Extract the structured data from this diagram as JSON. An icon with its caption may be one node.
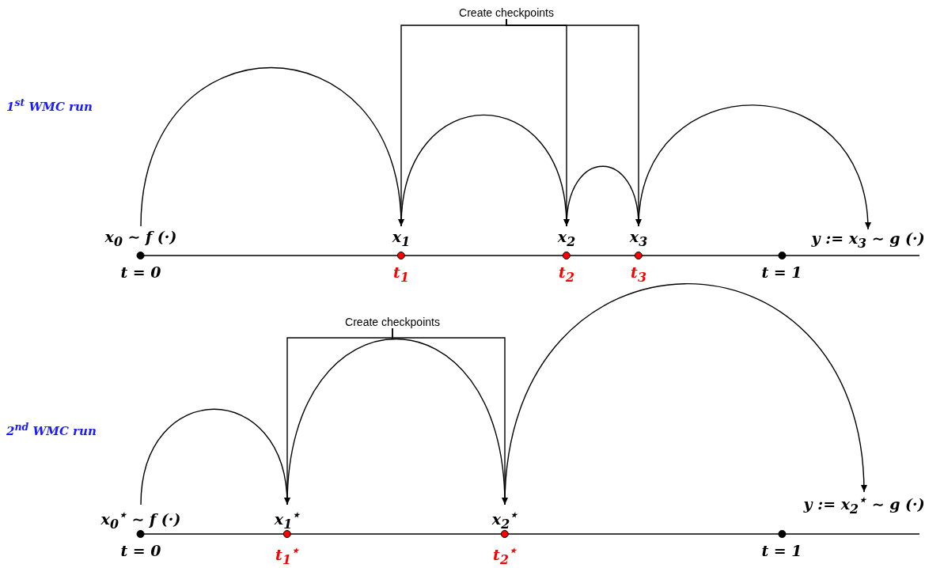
{
  "diagram": {
    "nodes": [
      {
        "text": [
          "Create checkpoints"
        ]
      },
      {
        "text": [],
        "shape": "circle",
        "beside": [
          "x$_{0}$ ∼ f (·)",
          "t = 0"
        ]
      },
      {
        "text": [],
        "shape": "circle",
        "beside": [
          "x$_{1}$",
          "t$_{1}$"
        ]
      },
      {
        "text": [],
        "shape": "circle",
        "beside": [
          "x$_{2}$",
          "t$_{2}$"
        ]
      },
      {
        "text": [],
        "shape": "circle",
        "beside": [
          "x$_{3}$",
          "t$_{3}$"
        ]
      },
      {
        "text": [],
        "shape": "circle",
        "beside": [
          "t = 1"
        ]
      },
      {
        "text": [
          "y := x$_{3}$ ∼ g (·)"
        ]
      },
      {
        "text": [
          "Create checkpoints"
        ]
      },
      {
        "text": [],
        "shape": "circle",
        "beside": [
          "x$_{0}$$^{⋆}$ ∼ f (·)",
          "t = 0"
        ]
      },
      {
        "text": [],
        "shape": "circle",
        "beside": [
          "x$_{1}$$^{⋆}$",
          "t$_{1}$$^{⋆}$"
        ]
      },
      {
        "text": [],
        "shape": "circle",
        "beside": [
          "x$_{2}$$^{⋆}$",
          "t$_{2}$$^{⋆}$"
        ]
      },
      {
        "text": [],
        "shape": "circle",
        "beside": [
          "t = 1"
        ]
      },
      {
        "text": [
          "y := x$_{2}$$^{⋆}$ ∼ g (·)"
        ]
      }
    ],
    "edges": [
      {
        "from": 0,
        "to": 2,
        "arrow": "to"
      },
      {
        "from": 0,
        "to": 3,
        "arrow": "to"
      },
      {
        "from": 0,
        "to": 4,
        "arrow": "to"
      },
      {
        "from": 1,
        "to": 2,
        "arrow": "none"
      },
      {
        "from": 2,
        "to": 3,
        "arrow": "none"
      },
      {
        "from": 3,
        "to": 4,
        "arrow": "none"
      },
      {
        "from": 4,
        "to": 6,
        "arrow": "to"
      },
      {
        "from": 7,
        "to": 9,
        "arrow": "to"
      },
      {
        "from": 7,
        "to": 10,
        "arrow": "to"
      },
      {
        "from": 8,
        "to": 9,
        "arrow": "none"
      },
      {
        "from": 9,
        "to": 10,
        "arrow": "none"
      },
      {
        "from": 10,
        "to": 12,
        "arrow": "to"
      }
    ],
    "labels": [
      "1$^{st}$  WMC run",
      "2$^{nd}$  WMC run"
    ]
  }
}
